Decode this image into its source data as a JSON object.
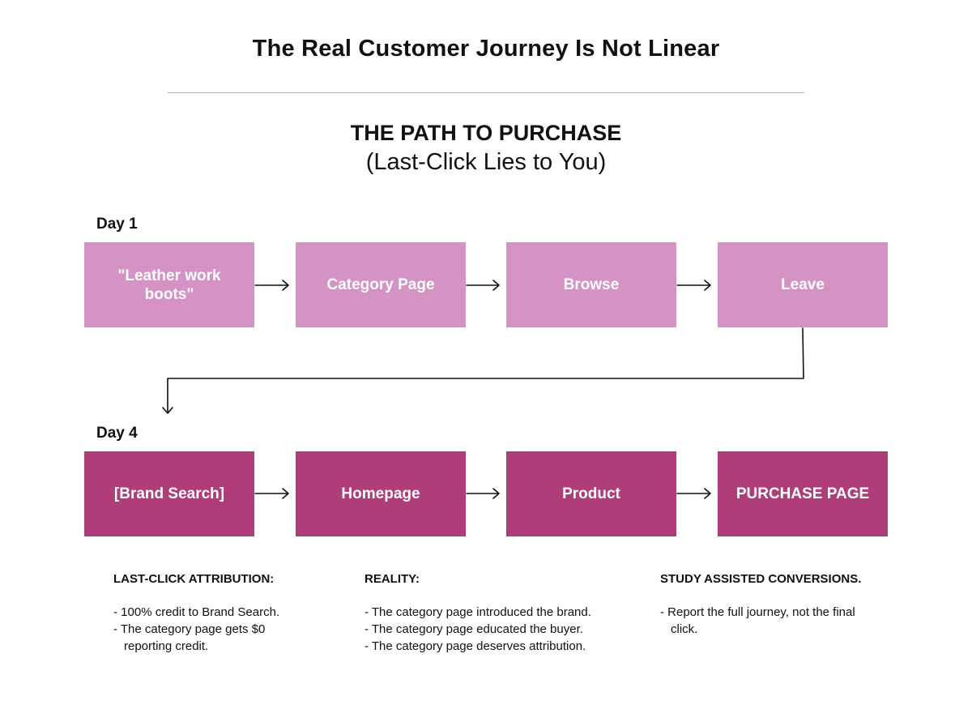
{
  "header": {
    "title": "The Real Customer Journey Is Not Linear",
    "path_title": "THE PATH TO PURCHASE",
    "path_subtitle": "(Last-Click Lies to You)"
  },
  "day1": {
    "label": "Day 1",
    "steps": [
      "\"Leather work boots\"",
      "Category Page",
      "Browse",
      "Leave"
    ]
  },
  "day4": {
    "label": "Day 4",
    "steps": [
      "[Brand Search]",
      "Homepage",
      "Product",
      "PURCHASE PAGE"
    ]
  },
  "colors": {
    "day1_box": "#d592c5",
    "day4_box": "#ae3d7a",
    "text": "#111111",
    "divider": "#b5b5b5"
  },
  "notes": [
    {
      "heading": "LAST-CLICK ATTRIBUTION:",
      "items": [
        "- 100% credit to Brand Search.",
        "- The category page gets $0 reporting credit."
      ]
    },
    {
      "heading": "REALITY:",
      "items": [
        "- The category page introduced the brand.",
        "- The category page educated the buyer.",
        "- The category page deserves attribution."
      ]
    },
    {
      "heading": "STUDY ASSISTED CONVERSIONS.",
      "items": [
        "- Report the full journey, not the final click."
      ]
    }
  ]
}
